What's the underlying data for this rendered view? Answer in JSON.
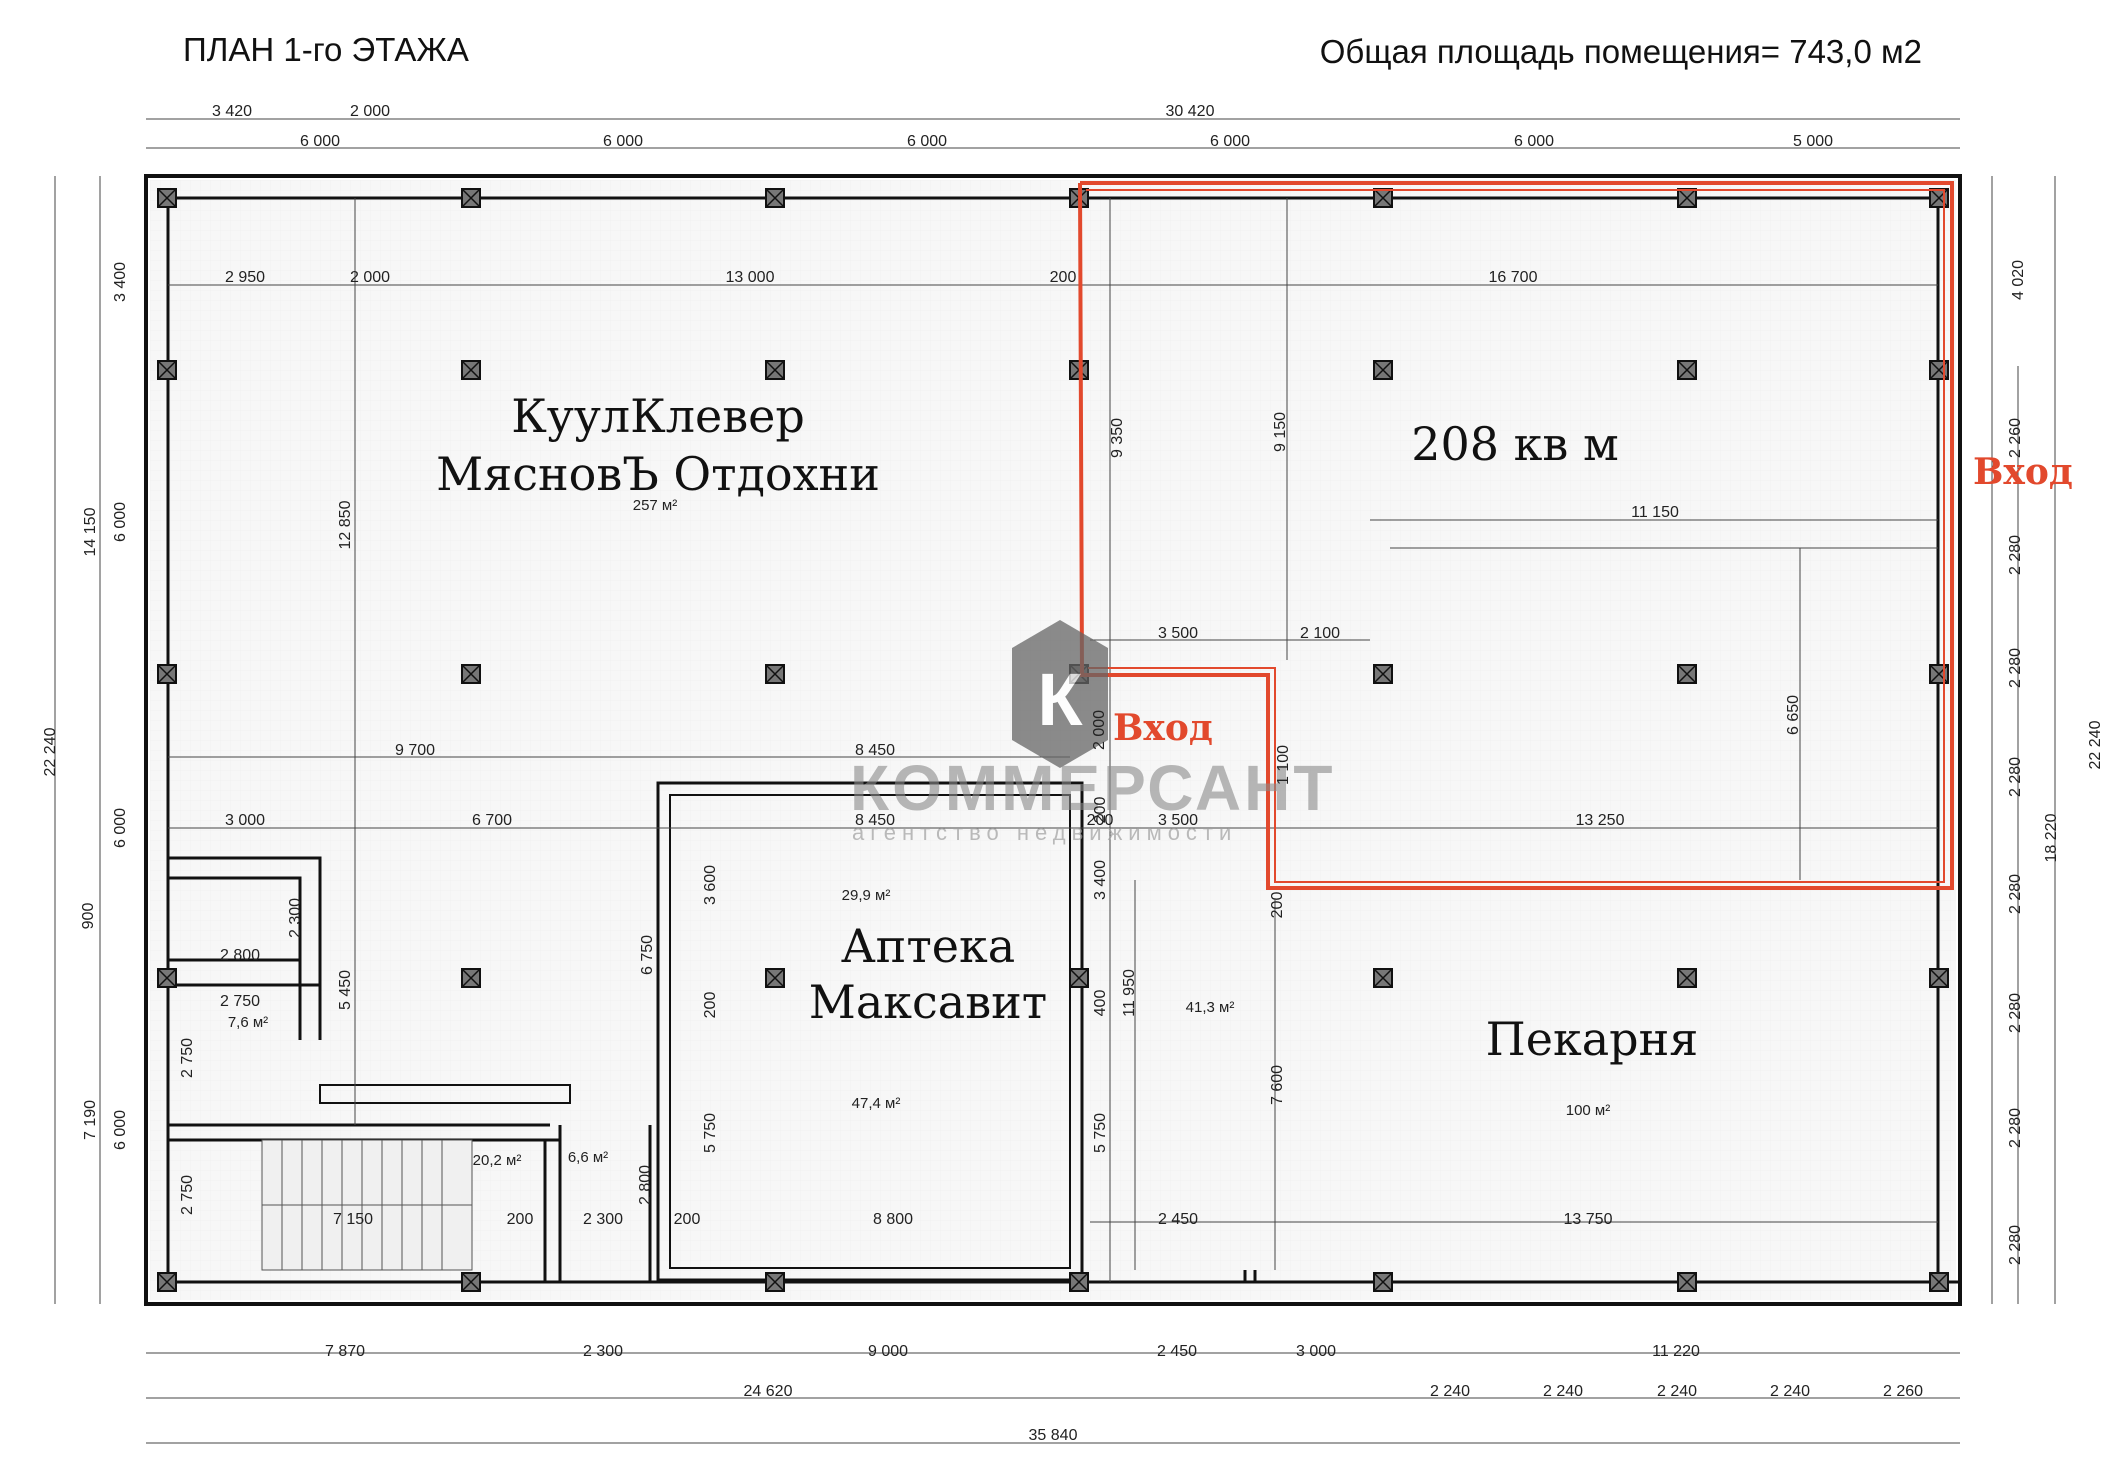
{
  "header": {
    "title": "ПЛАН 1-го ЭТАЖА",
    "total_area": "Общая площадь помещения= 743,0 м2"
  },
  "rooms": {
    "room1_line1": "КуулКлевер",
    "room1_line2": "МясновЪ Отдохни",
    "room2": "208 кв м",
    "room3_line1": "Аптека",
    "room3_line2": "Максавит",
    "room4": "Пекарня"
  },
  "entrances": {
    "entrance_right": "Вход",
    "entrance_center": "Вход"
  },
  "watermark": {
    "name": "КОММЕРСАНТ",
    "subtitle": "агентство недвижимости"
  },
  "areas": {
    "a257": "257 м²",
    "a29_9": "29,9 м²",
    "a47_4": "47,4 м²",
    "a41_3": "41,3 м²",
    "a100": "100 м²",
    "a7_6": "7,6 м²",
    "a20_2": "20,2 м²",
    "a6_6": "6,6 м²"
  },
  "dims": {
    "top_r1": [
      "3 420",
      "2 000",
      "30 420"
    ],
    "top_r2": [
      "6 000",
      "6 000",
      "6 000",
      "6 000",
      "6 000",
      "5 000"
    ],
    "bottom_r1": [
      "7 870",
      "2 300",
      "9 000",
      "2 450",
      "3 000",
      "11 220"
    ],
    "bottom_r2": [
      "24 620",
      "2 240",
      "2 240",
      "2 240",
      "2 240",
      "2 260"
    ],
    "bottom_r3": [
      "35 840"
    ],
    "left_outer": [
      "14 150",
      "22 240",
      "7 190"
    ],
    "left_inner": [
      "3 400",
      "6 000",
      "6 000",
      "900",
      "6 000"
    ],
    "right_inner": [
      "4 020",
      "2 260",
      "2 280",
      "2 280",
      "2 280",
      "2 280",
      "2 280",
      "2 280",
      "2 280"
    ],
    "right_outer": [
      "22 240",
      "18 220"
    ],
    "interior": {
      "h2950": "2 950",
      "h2000a": "2 000",
      "h13000": "13 000",
      "h200a": "200",
      "h16700": "16 700",
      "v9350": "9 350",
      "v9150": "9 150",
      "v12850": "12 850",
      "h11150": "11 150",
      "h3500a": "3 500",
      "h2100": "2 100",
      "v6650": "6 650",
      "v2000": "2 000",
      "h9700": "9 700",
      "h8450a": "8 450",
      "h3000": "3 000",
      "h6700": "6 700",
      "h8450b": "8 450",
      "h200b": "200",
      "h3500b": "3 500",
      "h13250": "13 250",
      "v3600": "3 600",
      "v3400": "3 400",
      "v2300": "2 300",
      "h2800": "2 800",
      "h2750": "2 750",
      "v2750a": "2 750",
      "v5450": "5 450",
      "v6750": "6 750",
      "v200a": "200",
      "v200b": "200",
      "v400": "400",
      "v11950": "11 950",
      "v7600": "7 600",
      "v5750a": "5 750",
      "v5750b": "5 750",
      "v2750b": "2 750",
      "h7150": "7 150",
      "h200c": "200",
      "h2300": "2 300",
      "v2800": "2 800",
      "h200d": "200",
      "h8800": "8 800",
      "h2450": "2 450",
      "h13750": "13 750",
      "v1100": "1 100"
    }
  },
  "colors": {
    "accent_red": "#e2492d",
    "wall": "#111111",
    "floor_fill": "#f7f7f7"
  }
}
